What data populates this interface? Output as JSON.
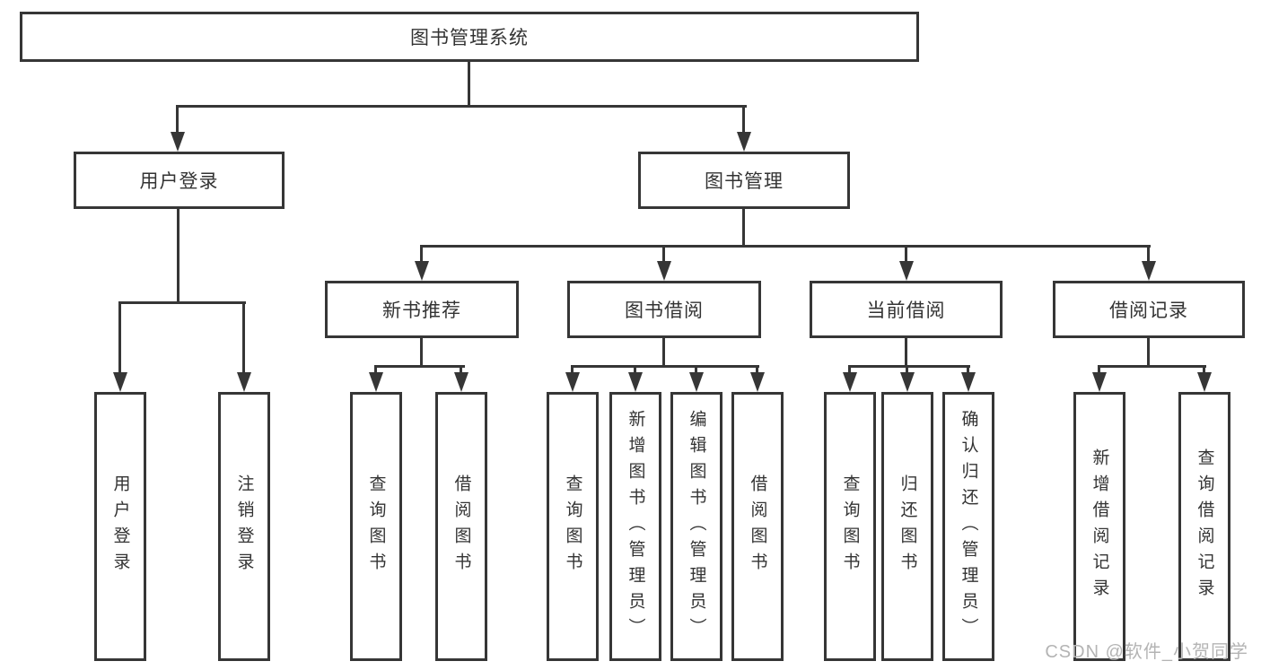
{
  "tree": {
    "root": {
      "label": "图书管理系统",
      "children": [
        {
          "label": "用户登录",
          "children": [
            {
              "label": "用户登录"
            },
            {
              "label": "注销登录"
            }
          ]
        },
        {
          "label": "图书管理",
          "children": [
            {
              "label": "新书推荐",
              "children": [
                {
                  "label": "查询图书"
                },
                {
                  "label": "借阅图书"
                }
              ]
            },
            {
              "label": "图书借阅",
              "children": [
                {
                  "label": "查询图书"
                },
                {
                  "label": "新增图书（管理员）"
                },
                {
                  "label": "编辑图书（管理员）"
                },
                {
                  "label": "借阅图书"
                }
              ]
            },
            {
              "label": "当前借阅",
              "children": [
                {
                  "label": "查询图书"
                },
                {
                  "label": "归还图书"
                },
                {
                  "label": "确认归还（管理员）"
                }
              ]
            },
            {
              "label": "借阅记录",
              "children": [
                {
                  "label": "新增借阅记录"
                },
                {
                  "label": "查询借阅记录"
                }
              ]
            }
          ]
        }
      ]
    }
  },
  "watermark": {
    "text": "CSDN @软件_小贺同学"
  },
  "colors": {
    "line": "#363636",
    "text": "#333333",
    "watermark": "#b4b4b4",
    "background": "#ffffff"
  }
}
